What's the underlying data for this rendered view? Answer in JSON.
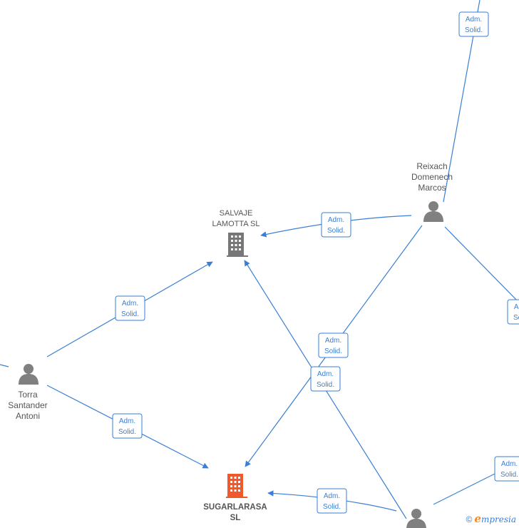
{
  "colors": {
    "edge": "#3a7fd5",
    "person_icon": "#808080",
    "company_icon": "#777777",
    "company_focus_icon": "#f0592b",
    "label_text": "#555555"
  },
  "nodes": {
    "salvaje": {
      "kind": "company",
      "lines": [
        "SALVAJE",
        "LAMOTTA  SL"
      ],
      "focus": false
    },
    "sugarlarasa": {
      "kind": "company",
      "lines": [
        "SUGARLARASA",
        "SL"
      ],
      "focus": true
    },
    "torra": {
      "kind": "person",
      "lines": [
        "Torra",
        "Santander",
        "Antoni"
      ]
    },
    "reixach": {
      "kind": "person",
      "lines": [
        "Reixach",
        "Domenech",
        "Marcos"
      ]
    },
    "bottom_person": {
      "kind": "person",
      "lines": []
    }
  },
  "relation_badge": {
    "line1": "Adm.",
    "line2": "Solid."
  },
  "watermark": {
    "copyright": "©",
    "brand_initial": "e",
    "brand_rest": "mpresia"
  }
}
